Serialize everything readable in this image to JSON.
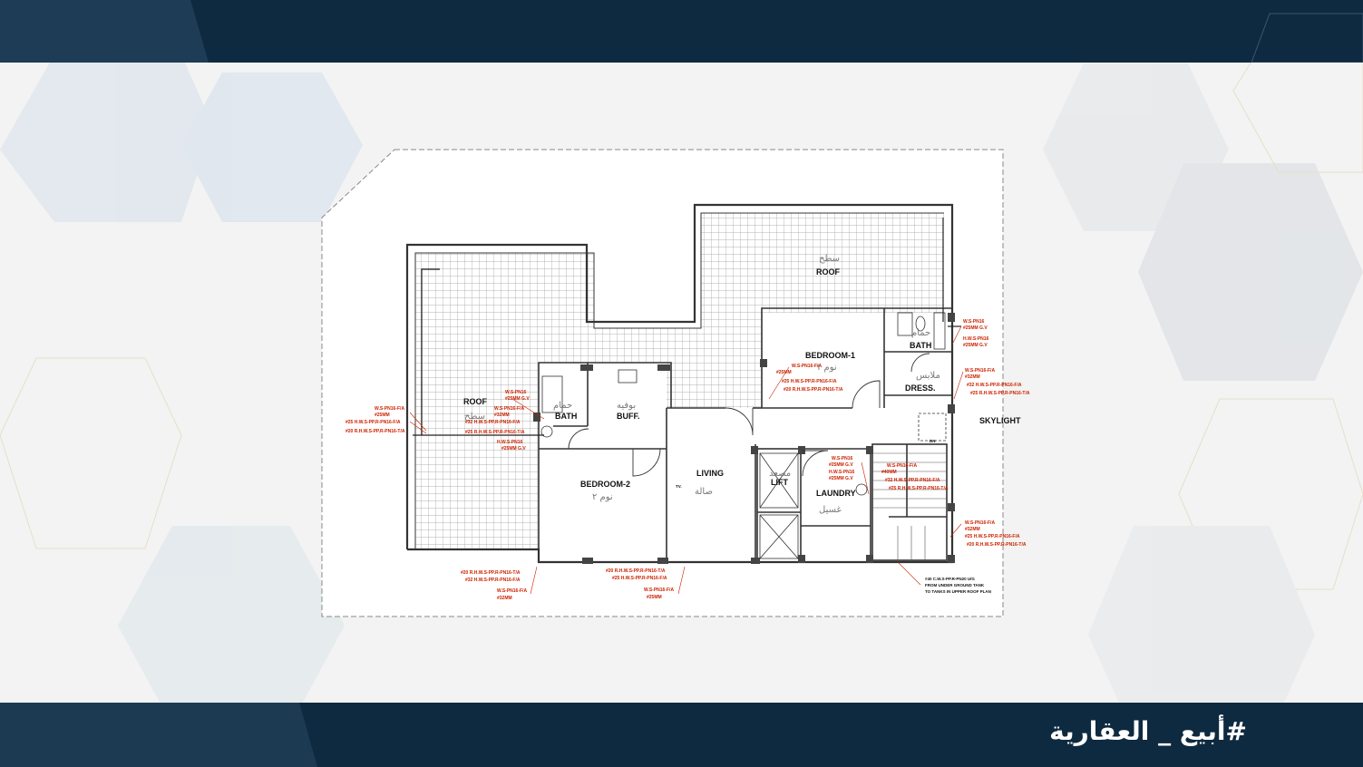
{
  "hashtag": "#أبيع _ العقارية",
  "colors": {
    "bar": "#0e2a40",
    "page": "#f3f3f3",
    "pipe": "#cc2200",
    "wall": "#333333"
  },
  "rooms": {
    "roof_top": {
      "en": "ROOF",
      "ar": "سطح"
    },
    "roof_left": {
      "en": "ROOF",
      "ar": "سطح"
    },
    "bedroom1": {
      "en": "BEDROOM-1",
      "ar": "نوم ١"
    },
    "bedroom2": {
      "en": "BEDROOM-2",
      "ar": "نوم ٢"
    },
    "bath_right": {
      "en": "BATH",
      "ar": "حمام"
    },
    "bath_left": {
      "en": "BATH",
      "ar": "حمام"
    },
    "dress": {
      "en": "DRESS.",
      "ar": "ملابس"
    },
    "buff": {
      "en": "BUFF.",
      "ar": "بوفيه"
    },
    "living": {
      "en": "LIVING",
      "ar": "صالة"
    },
    "lift": {
      "en": "LIFT",
      "ar": "مصعد"
    },
    "laundry": {
      "en": "LAUNDRY",
      "ar": "غسيل"
    },
    "skylight": "SKYLIGHT",
    "tv": "TV.",
    "dn": "DN"
  },
  "pipe_notes": {
    "right_upper": [
      "W.S-PN16",
      "#25MM G.V",
      "H.W.S-PN16",
      "#25MM G.V"
    ],
    "right_mid": [
      "W.S-PN16-F/A",
      "#32MM",
      "#32 H.W.S-PP.R-PN16-F/A",
      "#25 R.H.W.S-PP.R-PN16-T/A"
    ],
    "right_lower": [
      "W.S-PN16-F/A",
      "#32MM",
      "#25 H.W.S-PP.R-PN16-F/A",
      "#20 R.H.W.S-PP.R-PN16-T/A"
    ],
    "left": [
      "W.S-PN16-F/A",
      "#25MM",
      "#25 H.W.S-PP.R-PN16-F/A",
      "#20 R.H.W.S-PP.R-PN16-T/A"
    ],
    "left_bath": [
      "W.S-PN16",
      "#25MM G.V",
      "W.S-PN16-F/A",
      "#32MM",
      "#32 H.W.S-PP.R-PN16-F/A",
      "#25 R.H.W.S-PP.R-PN16-T/A",
      "H.W.S-PN16",
      "#25MM G.V"
    ],
    "bedroom1": [
      "W.S-PN16-F/A",
      "#25MM",
      "#25 H.W.S-PP.R-PN16-F/A",
      "#20 R.H.W.S-PP.R-PN16-T/A"
    ],
    "laundry_left": [
      "W.S-PN16",
      "#25MM G.V",
      "H.W.S-PN16",
      "#25MM G.V"
    ],
    "laundry_right": [
      "W.S-PN16-F/A",
      "#40MM",
      "#32 H.W.S-PP.R-PN16-F/A",
      "#25 R.H.W.S-PP.R-PN16-T/A"
    ],
    "bottom_left": [
      "#20 R.H.W.S-PP.R-PN16-T/A",
      "#32 H.W.S-PP.R-PN16-F/A",
      "W.S-PN16-F/A",
      "#32MM"
    ],
    "bottom_mid": [
      "#20 R.H.W.S-PP.R-PN16-T/A",
      "#25 H.W.S-PP.R-PN16-F/A",
      "W.S-PN16-F/A",
      "#25MM"
    ],
    "bottom_right": [
      "#40 C.W.S-PP.R-PN20 U/G",
      "FROM UNDER GROUND TANK",
      "TO TANKS IN UPPER ROOF PLAN"
    ]
  }
}
